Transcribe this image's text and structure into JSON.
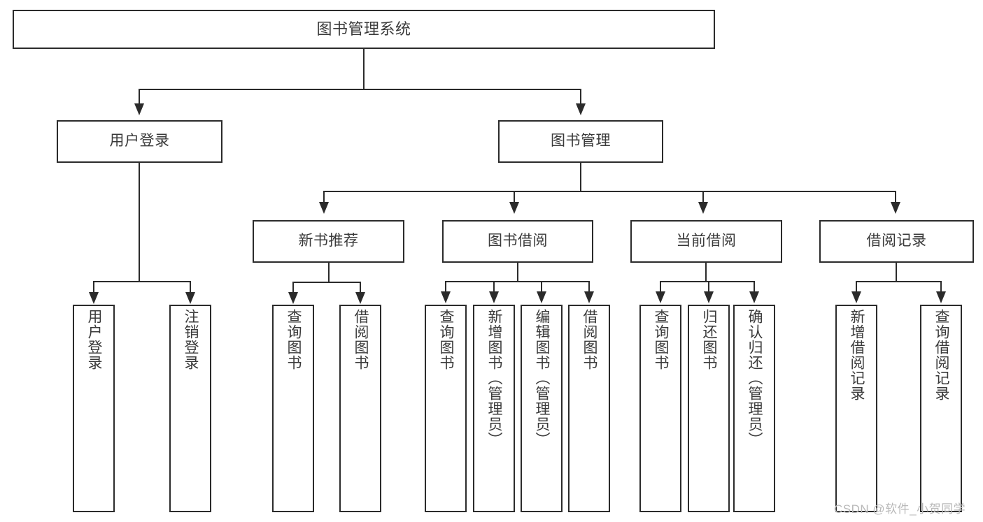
{
  "diagram": {
    "type": "tree-hierarchy-chart",
    "title": "图书管理系统",
    "root": {
      "label": "图书管理系统"
    },
    "level2": [
      {
        "label": "用户登录"
      },
      {
        "label": "图书管理"
      }
    ],
    "level3": [
      {
        "label": "新书推荐"
      },
      {
        "label": "图书借阅"
      },
      {
        "label": "当前借阅"
      },
      {
        "label": "借阅记录"
      }
    ],
    "leaves": {
      "user_login": [
        {
          "label": "用户登录"
        },
        {
          "label": "注销登录"
        }
      ],
      "new_book_recommend": [
        {
          "label": "查询图书"
        },
        {
          "label": "借阅图书"
        }
      ],
      "book_borrow": [
        {
          "label": "查询图书"
        },
        {
          "label": "新增图书（管理员）"
        },
        {
          "label": "编辑图书（管理员）"
        },
        {
          "label": "借阅图书"
        }
      ],
      "current_borrow": [
        {
          "label": "查询图书"
        },
        {
          "label": "归还图书"
        },
        {
          "label": "确认归还（管理员）"
        }
      ],
      "borrow_record": [
        {
          "label": "新增借阅记录"
        },
        {
          "label": "查询借阅记录"
        }
      ]
    },
    "watermark": "CSDN @软件_小贺同学",
    "colors": {
      "stroke": "#2b2b2b",
      "text": "#3a3a3a",
      "background": "#ffffff",
      "watermark": "#b9b9b9"
    }
  }
}
